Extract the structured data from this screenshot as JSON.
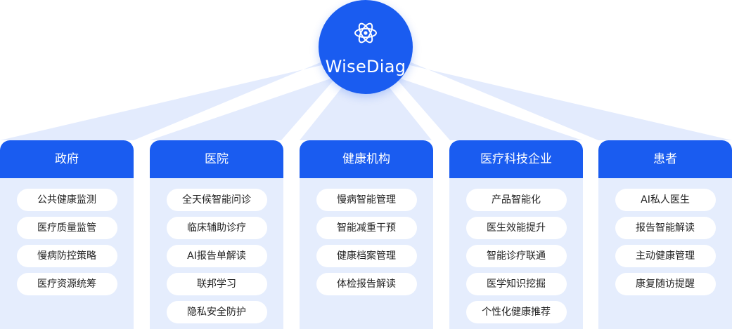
{
  "hub": {
    "title": "WiseDiag",
    "icon": "atom-icon"
  },
  "colors": {
    "primary": "#1a5cf0",
    "card_bg": "#e5edfd",
    "ray": "#e3ebfd",
    "pill_bg": "#ffffff",
    "pill_text": "#222222"
  },
  "categories": [
    {
      "title": "政府",
      "items": [
        "公共健康监测",
        "医疗质量监管",
        "慢病防控策略",
        "医疗资源统筹"
      ]
    },
    {
      "title": "医院",
      "items": [
        "全天候智能问诊",
        "临床辅助诊疗",
        "AI报告单解读",
        "联邦学习",
        "隐私安全防护"
      ]
    },
    {
      "title": "健康机构",
      "items": [
        "慢病智能管理",
        "智能减重干预",
        "健康档案管理",
        "体检报告解读"
      ]
    },
    {
      "title": "医疗科技企业",
      "items": [
        "产品智能化",
        "医生效能提升",
        "智能诊疗联通",
        "医学知识挖掘",
        "个性化健康推荐"
      ]
    },
    {
      "title": "患者",
      "items": [
        "AI私人医生",
        "报告智能解读",
        "主动健康管理",
        "康复随访提醒"
      ]
    }
  ]
}
